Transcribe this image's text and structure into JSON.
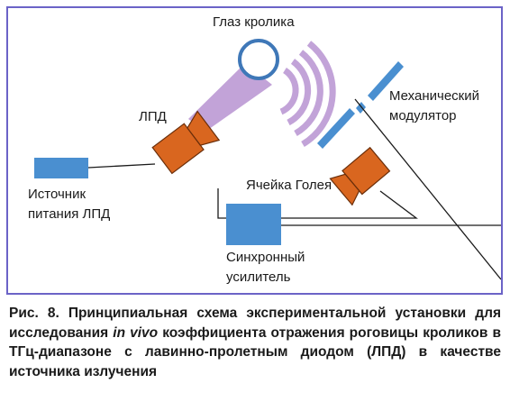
{
  "labels": {
    "rabbit_eye": "Глаз кролика",
    "lpd": "ЛПД",
    "modulator_line1": "Механический",
    "modulator_line2": "модулятор",
    "golay_cell": "Ячейка Голея",
    "power_line1": "Источник",
    "power_line2": "питания ЛПД",
    "amp_line1": "Синхронный",
    "amp_line2": "усилитель"
  },
  "caption": {
    "part1": "Рис. 8. Принципиальная схема экспериментальной установки для исследования",
    "italic": "in vivo",
    "part2": "коэффициента отражения роговицы кроликов в ТГц-диапазоне с лавинно-пролетным диодом (ЛПД) в качестве источника излучения"
  },
  "colors": {
    "border": "#6b63c7",
    "blue_box": "#4a8fd0",
    "orange_device": "#d9661f",
    "beam": "#c2a3d8",
    "eye_outline": "#3f78b8",
    "wire": "#1a1a1a"
  }
}
